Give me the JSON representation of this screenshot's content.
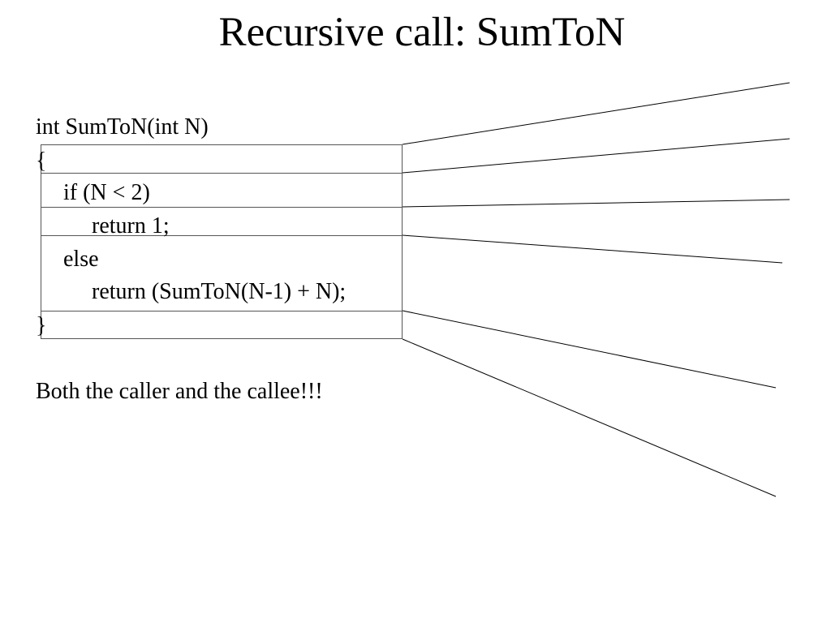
{
  "slide": {
    "title": "Recursive call: SumToN",
    "caption": "Both the caller and the callee!!!"
  },
  "code": {
    "signature": "int SumToN(int N)",
    "open_brace": "{",
    "if_line": "if (N < 2)",
    "return_base": "return 1;",
    "else_line": "else",
    "return_recursive": "return (SumToN(N-1) + N);",
    "close_brace": "}"
  }
}
